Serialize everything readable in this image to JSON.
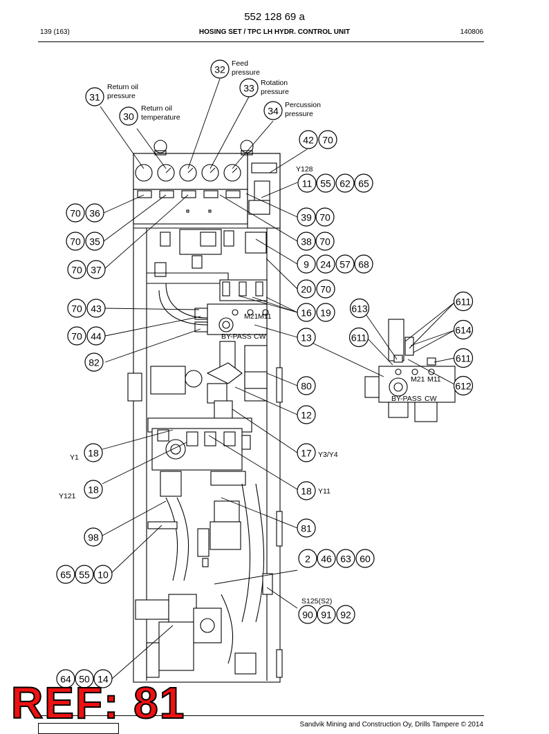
{
  "header": {
    "doc_number": "552 128 69 a",
    "page": "139 (163)",
    "title": "HOSING SET / TPC LH HYDR. CONTROL UNIT",
    "date_code": "140806"
  },
  "footer": {
    "copyright": "Sandvik Mining and Construction Oy, Drills Tampere © 2014"
  },
  "stamp": {
    "text": "REF: 81",
    "color": "#e11111"
  },
  "balloons": [
    {
      "id": "b32",
      "text": "32"
    },
    {
      "id": "b33",
      "text": "33"
    },
    {
      "id": "b34",
      "text": "34"
    },
    {
      "id": "b31",
      "text": "31"
    },
    {
      "id": "b30",
      "text": "30"
    },
    {
      "id": "b42",
      "text": "42"
    },
    {
      "id": "b70a",
      "text": "70"
    },
    {
      "id": "b11",
      "text": "11"
    },
    {
      "id": "b55a",
      "text": "55"
    },
    {
      "id": "b62",
      "text": "62"
    },
    {
      "id": "b65a",
      "text": "65"
    },
    {
      "id": "b70b",
      "text": "70"
    },
    {
      "id": "b36",
      "text": "36"
    },
    {
      "id": "b39",
      "text": "39"
    },
    {
      "id": "b70c",
      "text": "70"
    },
    {
      "id": "b70d",
      "text": "70"
    },
    {
      "id": "b35",
      "text": "35"
    },
    {
      "id": "b38",
      "text": "38"
    },
    {
      "id": "b70e",
      "text": "70"
    },
    {
      "id": "b70f",
      "text": "70"
    },
    {
      "id": "b37",
      "text": "37"
    },
    {
      "id": "b9",
      "text": "9"
    },
    {
      "id": "b24",
      "text": "24"
    },
    {
      "id": "b57",
      "text": "57"
    },
    {
      "id": "b68",
      "text": "68"
    },
    {
      "id": "b20",
      "text": "20"
    },
    {
      "id": "b70g",
      "text": "70"
    },
    {
      "id": "b70h",
      "text": "70"
    },
    {
      "id": "b43",
      "text": "43"
    },
    {
      "id": "b16",
      "text": "16"
    },
    {
      "id": "b19",
      "text": "19"
    },
    {
      "id": "b70i",
      "text": "70"
    },
    {
      "id": "b44",
      "text": "44"
    },
    {
      "id": "b13",
      "text": "13"
    },
    {
      "id": "b82",
      "text": "82"
    },
    {
      "id": "b80",
      "text": "80"
    },
    {
      "id": "b12",
      "text": "12"
    },
    {
      "id": "b18a",
      "text": "18"
    },
    {
      "id": "b17",
      "text": "17"
    },
    {
      "id": "b18b",
      "text": "18"
    },
    {
      "id": "b18c",
      "text": "18"
    },
    {
      "id": "b98",
      "text": "98"
    },
    {
      "id": "b81",
      "text": "81"
    },
    {
      "id": "b65b",
      "text": "65"
    },
    {
      "id": "b55b",
      "text": "55"
    },
    {
      "id": "b10",
      "text": "10"
    },
    {
      "id": "b2",
      "text": "2"
    },
    {
      "id": "b46",
      "text": "46"
    },
    {
      "id": "b63",
      "text": "63"
    },
    {
      "id": "b60",
      "text": "60"
    },
    {
      "id": "b90",
      "text": "90"
    },
    {
      "id": "b91",
      "text": "91"
    },
    {
      "id": "b92",
      "text": "92"
    },
    {
      "id": "b64",
      "text": "64"
    },
    {
      "id": "b50",
      "text": "50"
    },
    {
      "id": "b14",
      "text": "14"
    },
    {
      "id": "b613",
      "text": "613"
    },
    {
      "id": "b611a",
      "text": "611"
    },
    {
      "id": "b614",
      "text": "614"
    },
    {
      "id": "b611b",
      "text": "611"
    },
    {
      "id": "b611c",
      "text": "611"
    },
    {
      "id": "b612",
      "text": "612"
    }
  ],
  "labels": {
    "feed_pressure_1": "Feed",
    "feed_pressure_2": "pressure",
    "rotation_pressure_1": "Rotation",
    "rotation_pressure_2": "pressure",
    "percussion_pressure_1": "Percussion",
    "percussion_pressure_2": "pressure",
    "return_oil_pressure_1": "Return oil",
    "return_oil_pressure_2": "pressure",
    "return_oil_temp_1": "Return oil",
    "return_oil_temp_2": "temperature",
    "y128": "Y128",
    "y1": "Y1",
    "y121": "Y121",
    "y3y4": "Y3/Y4",
    "y11": "Y11",
    "s125": "S125(S2)"
  }
}
